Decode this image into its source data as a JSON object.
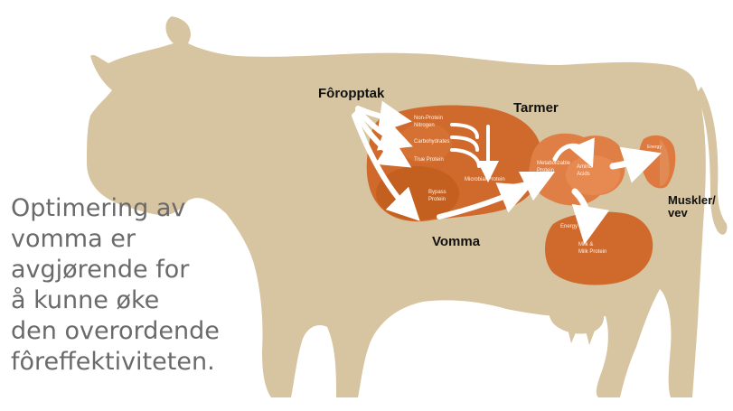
{
  "caption_lines": [
    "Optimering av",
    "vomma er",
    "avgjørende for",
    "å kunne øke",
    "den overordende",
    "fôreffektiviteten."
  ],
  "labels": {
    "feed_intake": "Fôropptak",
    "intestines": "Tarmer",
    "rumen": "Vomma",
    "muscle": "Muskler/",
    "tissue": "vev",
    "npn_1": "Non-Protein",
    "npn_2": "Nitrogen",
    "carbohydrates": "Carbohydrates",
    "true_protein": "True Protein",
    "microbial_protein": "Microbial Protein",
    "bypass_1": "Bypass",
    "bypass_2": "Protein",
    "metab_1": "Metabolizable",
    "metab_2": "Protein",
    "amino_1": "Amino",
    "amino_2": "Acids",
    "energy_top": "Energy",
    "energy_udder": "Energy",
    "milk_1": "Milk &",
    "milk_2": "Milk Protein"
  },
  "colors": {
    "cow_body": "#d7c4a0",
    "rumen": "#cf6a2c",
    "intestine": "#e07f45",
    "arrow": "#ffffff",
    "label": "#111111",
    "caption": "#6a6a6a"
  }
}
